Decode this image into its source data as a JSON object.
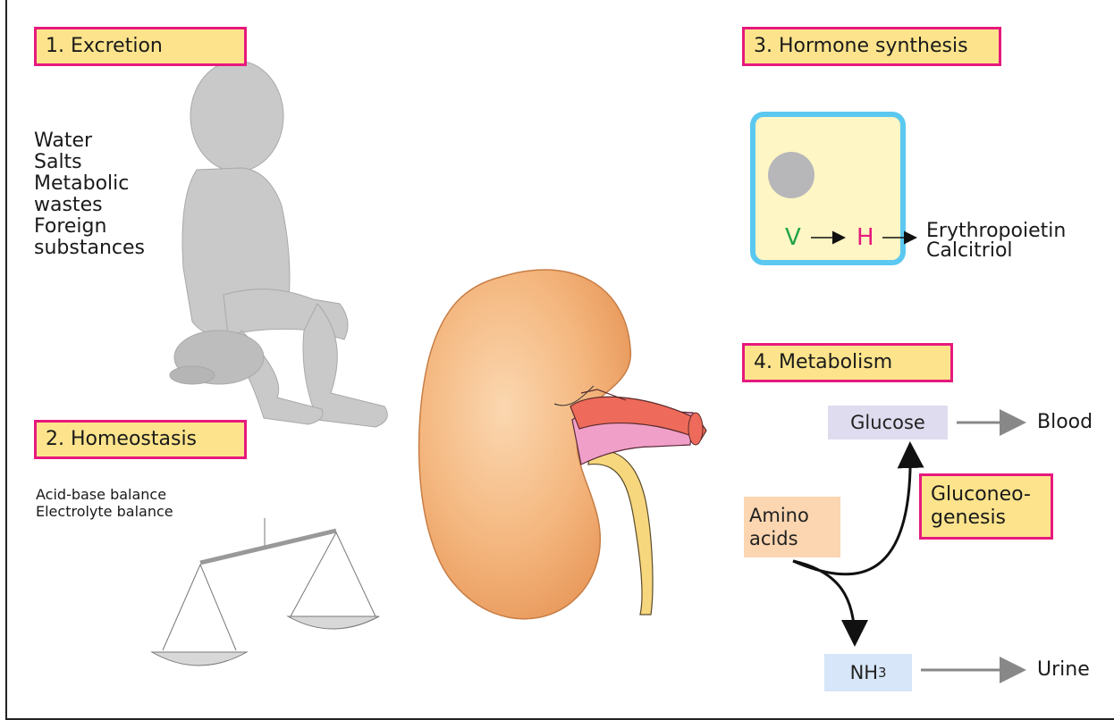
{
  "section1": {
    "title": "1. Excretion",
    "items": [
      "Water",
      "Salts",
      "Metabolic",
      "wastes",
      "Foreign",
      "substances"
    ]
  },
  "section2": {
    "title": "2. Homeostasis",
    "items": [
      "Acid-base balance",
      "Electrolyte balance"
    ]
  },
  "section3": {
    "title": "3. Hormone synthesis",
    "cell": {
      "v": "V",
      "h": "H"
    },
    "products": [
      "Erythropoietin",
      "Calcitriol"
    ]
  },
  "section4": {
    "title": "4. Metabolism",
    "glucose": "Glucose",
    "blood": "Blood",
    "amino_acids": [
      "Amino",
      "acids"
    ],
    "gluconeogenesis": [
      "Gluconeo-",
      "genesis"
    ],
    "nh3": "NH",
    "nh3_sub": "3",
    "urine": "Urine"
  },
  "colors": {
    "label_bg": "#fde48c",
    "label_border": "#e6197d",
    "cell_border": "#5bc8f0",
    "kidney": "#f3b27a",
    "green": "#22a34a",
    "magenta": "#e6197d"
  }
}
